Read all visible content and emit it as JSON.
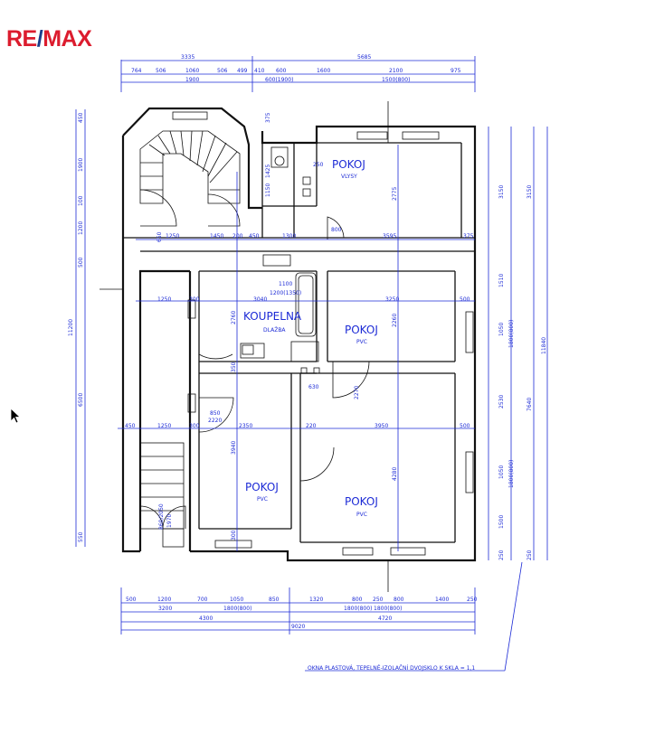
{
  "logo": {
    "re": "RE",
    "slash": "/",
    "max": "MAX"
  },
  "rooms": [
    {
      "name": "POKOJ",
      "sub": "VLYSY"
    },
    {
      "name": "KOUPELNA",
      "sub": "DLAŽBA"
    },
    {
      "name": "POKOJ",
      "sub": "PVC"
    },
    {
      "name": "POKOJ",
      "sub": "PVC"
    },
    {
      "name": "POKOJ",
      "sub": "PVC"
    }
  ],
  "top_dims_row1": [
    "3335",
    "5685"
  ],
  "top_dims_row2": [
    "764",
    "506",
    "1060",
    "506",
    "499",
    "410",
    "600",
    "1600",
    "2100",
    "975"
  ],
  "top_dims_row3": [
    "1900",
    "600(1900)",
    "1500(800)"
  ],
  "left_dims": [
    "450",
    "1900",
    "100",
    "1200",
    "500",
    "11200",
    "6500",
    "550"
  ],
  "right_dims_outer": [
    "3150",
    "1510",
    "1050",
    "2530",
    "1050",
    "1500",
    "250"
  ],
  "right_dims_mid": [
    "1800(800)",
    "1800(800)",
    "250"
  ],
  "right_dims_far": [
    "3150",
    "7640",
    "11840"
  ],
  "bottom_dims_row1": [
    "500",
    "1200",
    "700",
    "1050",
    "850",
    "1320",
    "800",
    "250",
    "800",
    "1400",
    "250"
  ],
  "bottom_dims_row2": [
    "3200",
    "1800(800)",
    "1800(800)",
    "1800(800)"
  ],
  "bottom_dims_row3": [
    "4300",
    "4720"
  ],
  "bottom_dims_row4": [
    "9020"
  ],
  "inner_dims": [
    "1250",
    "1450",
    "200",
    "450",
    "1300",
    "3595",
    "375",
    "1250",
    "300",
    "3040",
    "3250",
    "500",
    "450",
    "1250",
    "300",
    "2350",
    "220",
    "3950",
    "500",
    "2775",
    "2260",
    "4280",
    "2760",
    "3940",
    "1100",
    "1200(1350)",
    "630",
    "850",
    "2220",
    "2270",
    "650",
    "860/2050",
    "1970",
    "1150",
    "1425",
    "800",
    "250",
    "375",
    "300",
    "350"
  ],
  "note": "OKNA PLASTOVÁ, TEPELNĚ-IZOLAČNÍ DVOJSKLO K SKLA = 1,1"
}
